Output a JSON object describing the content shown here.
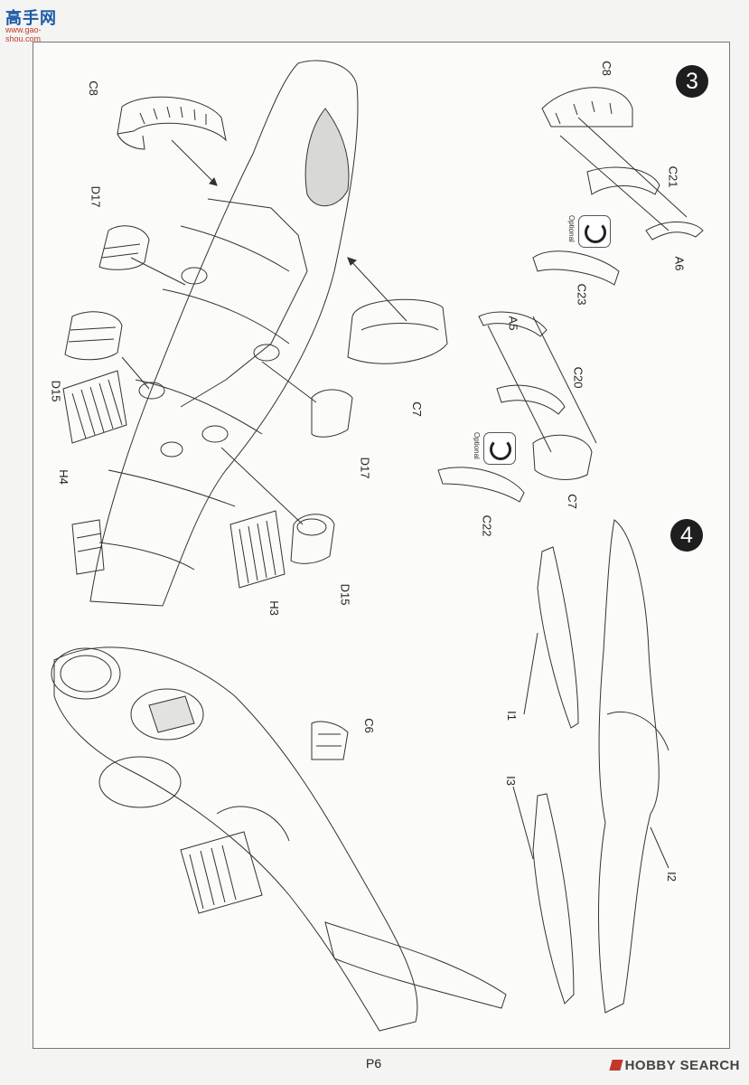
{
  "header": {
    "logo_text": "高手网",
    "logo_sub": "www.gao-shou.com"
  },
  "steps": {
    "step3": "3",
    "step4": "4"
  },
  "parts": {
    "c8_main": "C8",
    "d17_top": "D17",
    "d15_left": "D15",
    "h4": "H4",
    "c7_main": "C7",
    "d17_right": "D17",
    "h3": "H3",
    "d15_bottom": "D15",
    "c6": "C6",
    "c8_small": "C8",
    "c21": "C21",
    "a6": "A6",
    "c23": "C23",
    "a5": "A5",
    "c20": "C20",
    "c7_small": "C7",
    "c22": "C22",
    "i1": "I1",
    "i3": "I3",
    "i2": "I2"
  },
  "optional": {
    "label_1": "Optional",
    "label_2": "Optional"
  },
  "footer": {
    "page_number": "P6",
    "watermark": "HOBBY SEARCH"
  }
}
